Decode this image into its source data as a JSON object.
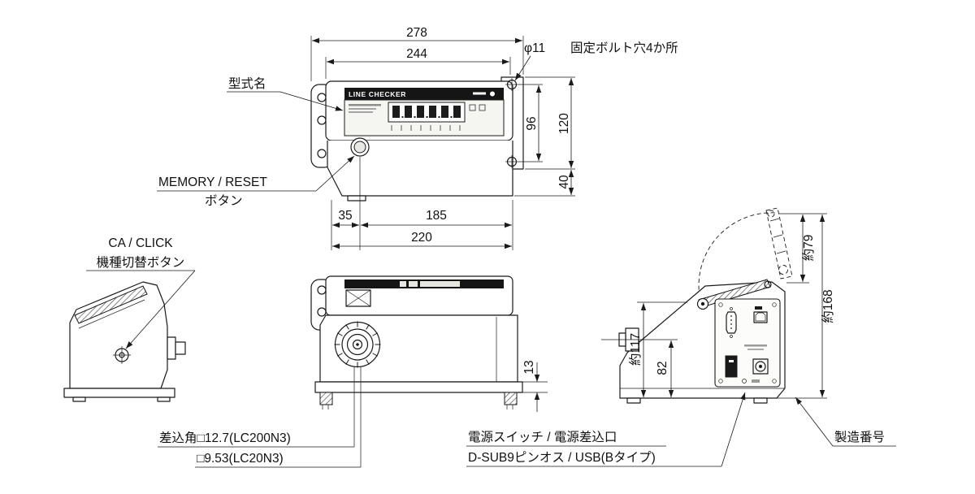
{
  "drawing": {
    "device": {
      "brand": "LINE CHECKER"
    },
    "labels": {
      "model_name": "型式名",
      "memory_reset_1": "MEMORY / RESET",
      "memory_reset_2": "ボタン",
      "ca_click_1": "CA / CLICK",
      "ca_click_2": "機種切替ボタン",
      "hole_dia": "φ11",
      "hole_note": "固定ボルト穴4か所",
      "socket_1": "差込角□12.7(LC200N3)",
      "socket_2": "□9.53(LC20N3)",
      "power": "電源スイッチ / 電源差込口",
      "dsub_usb": "D-SUB9ピンオス / USB(Bタイプ)",
      "serial": "製造番号"
    },
    "dims": {
      "w278": "278",
      "w244": "244",
      "p96": "96",
      "h120": "120",
      "h40": "40",
      "w35": "35",
      "w185": "185",
      "w220": "220",
      "t13": "13",
      "h79": "約79",
      "h168": "約168",
      "h117": "約117",
      "h82": "82"
    }
  }
}
